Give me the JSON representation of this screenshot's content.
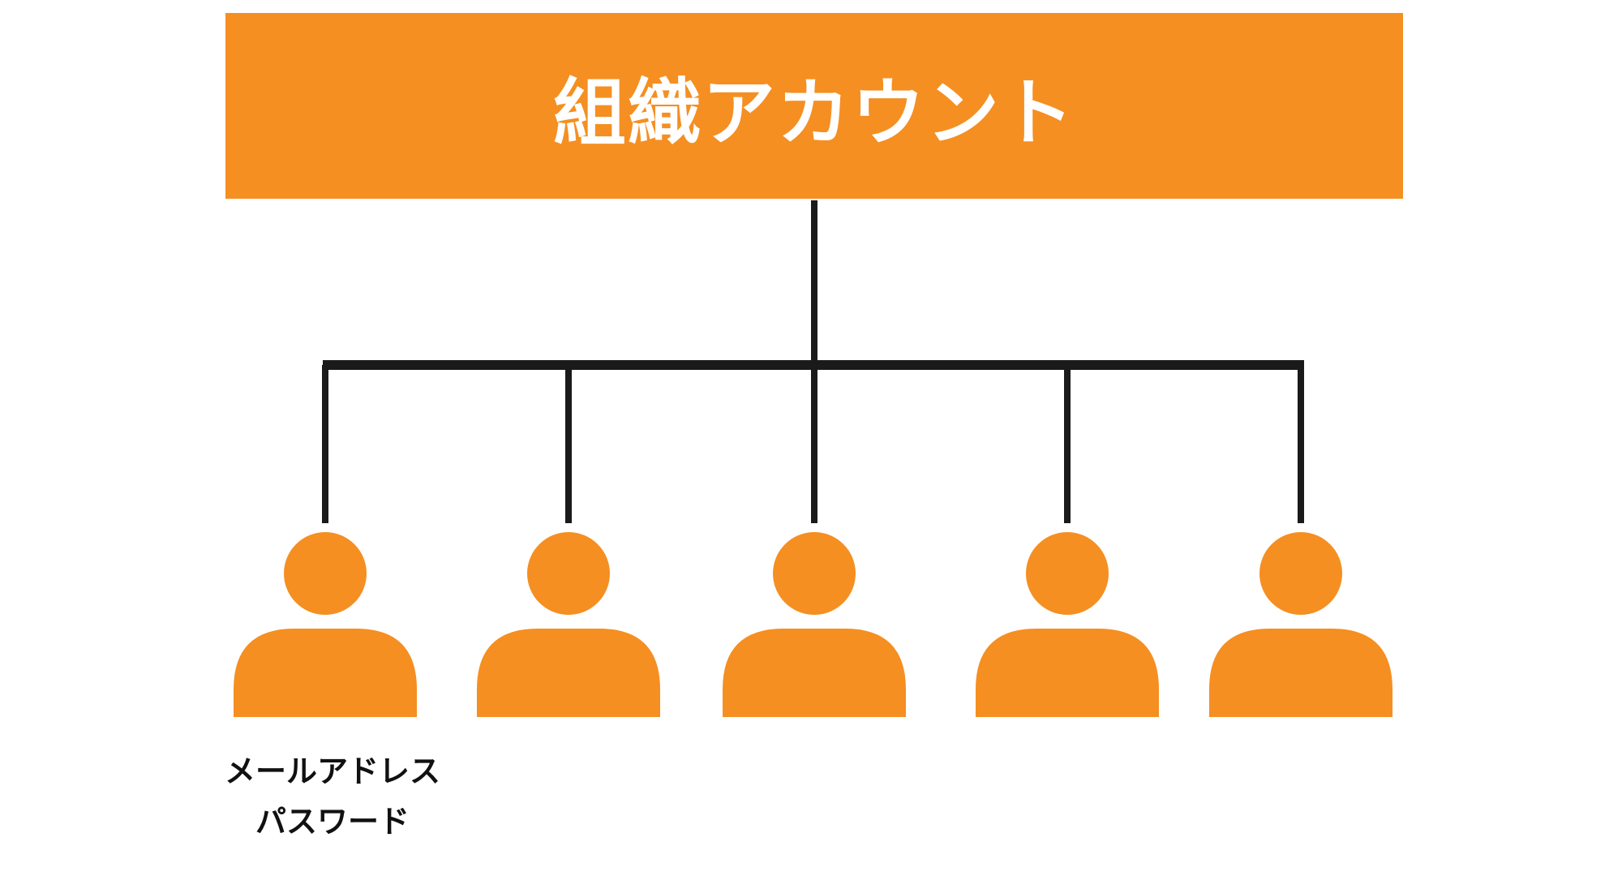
{
  "root": {
    "title": "組織アカウント"
  },
  "members": [
    {
      "caption": [
        "メールアドレス",
        "パスワード"
      ]
    },
    {
      "caption": []
    },
    {
      "caption": []
    },
    {
      "caption": []
    },
    {
      "caption": []
    }
  ],
  "colors": {
    "accent": "#F58F21",
    "line": "#1A1A1A",
    "title_text": "#FFFFFF",
    "caption_text": "#111111"
  },
  "icons": {
    "member": "person-icon"
  }
}
